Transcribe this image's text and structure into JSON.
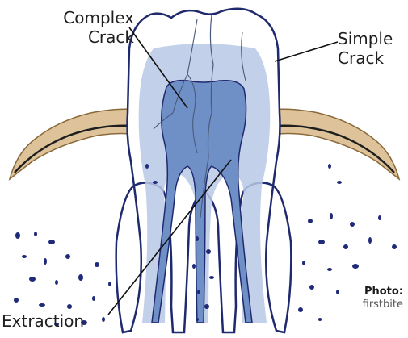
{
  "labels": {
    "complex_line1": "Complex",
    "complex_line2": "Crack",
    "simple_line1": "Simple",
    "simple_line2": "Crack",
    "extraction": "Extraction"
  },
  "credit": {
    "prefix": "Photo:",
    "source": "firstbite"
  },
  "colors": {
    "outline": "#1f2a6e",
    "enamel": "#ffffff",
    "dentin": "#b9c8e6",
    "pulp": "#6f8fc7",
    "gum": "#dec39a",
    "bone_dots": "#1f2a78",
    "leader": "#111111"
  }
}
